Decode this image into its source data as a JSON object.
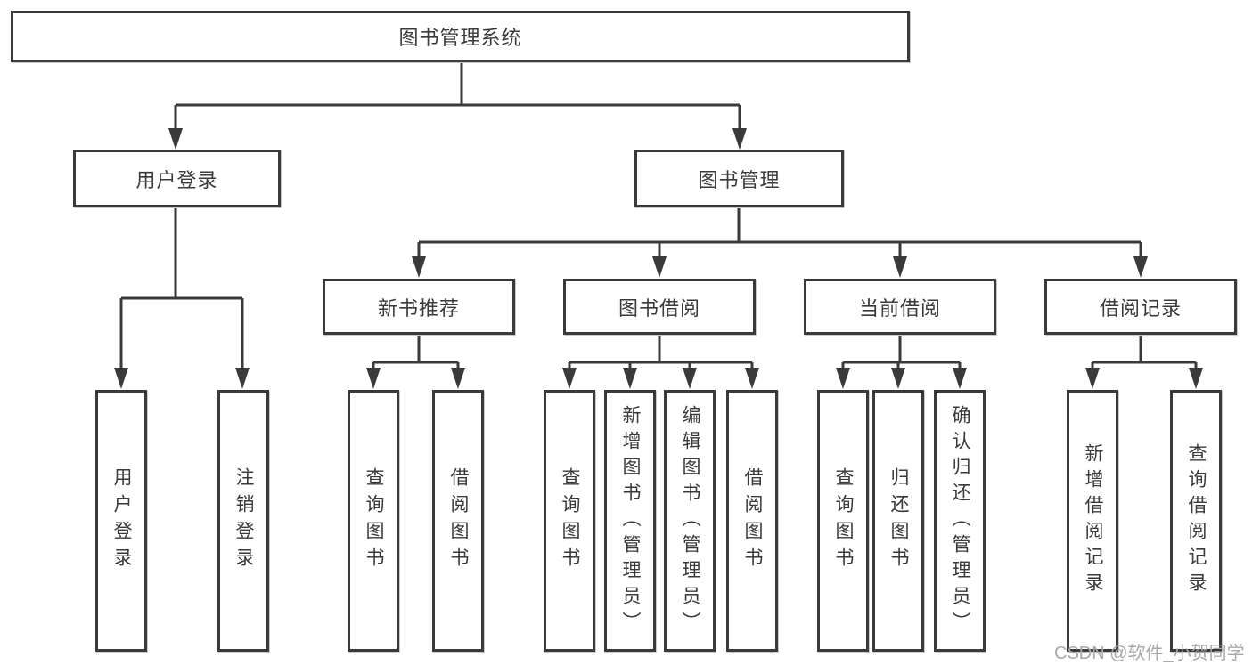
{
  "diagram": {
    "root": {
      "label": "图书管理系统"
    },
    "level2": [
      {
        "label": "用户登录"
      },
      {
        "label": "图书管理"
      }
    ],
    "level3": [
      {
        "label": "新书推荐"
      },
      {
        "label": "图书借阅"
      },
      {
        "label": "当前借阅"
      },
      {
        "label": "借阅记录"
      }
    ],
    "leaves": {
      "user_login": [
        "用户登录",
        "注销登录"
      ],
      "new_books": [
        "查询图书",
        "借阅图书"
      ],
      "book_borrow": [
        "查询图书",
        "新增图书（管理员）",
        "编辑图书（管理员）",
        "借阅图书"
      ],
      "current_borrow": [
        "查询图书",
        "归还图书",
        "确认归还（管理员）"
      ],
      "borrow_records": [
        "新增借阅记录",
        "查询借阅记录"
      ]
    }
  },
  "watermark": {
    "text": "CSDN @软件_小贺同学"
  },
  "colors": {
    "line": "#3a3a3a",
    "text": "#3a3a3a",
    "watermark": "#a8a8a8",
    "background": "#ffffff"
  }
}
